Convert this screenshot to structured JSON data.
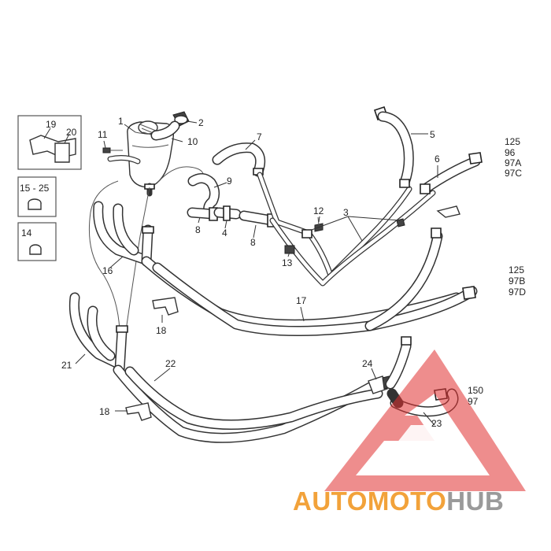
{
  "labels": {
    "l1": "1",
    "l2": "2",
    "l10": "10",
    "l11": "11",
    "l7": "7",
    "l9": "9",
    "l5": "5",
    "l6": "6",
    "l12": "12",
    "l3": "3",
    "l8a": "8",
    "l4": "4",
    "l8b": "8",
    "l13": "13",
    "l16": "16",
    "l17": "17",
    "l18a": "18",
    "l21": "21",
    "l22": "22",
    "l24": "24",
    "l18b": "18",
    "l23": "23",
    "l19": "19",
    "l20": "20",
    "l15_25": "15 - 25",
    "l14": "14"
  },
  "model_codes": {
    "group_a": [
      "125",
      "96",
      "97A",
      "97C"
    ],
    "group_b": [
      "125",
      "97B",
      "97D"
    ],
    "group_c": [
      "150",
      "97"
    ]
  },
  "watermark": {
    "part1": "AUTO",
    "part2": "MOTO",
    "part3": "HUB",
    "color_orange": "#f2a23a",
    "color_gray": "#9a9a9a",
    "color_red": "#e03030"
  }
}
